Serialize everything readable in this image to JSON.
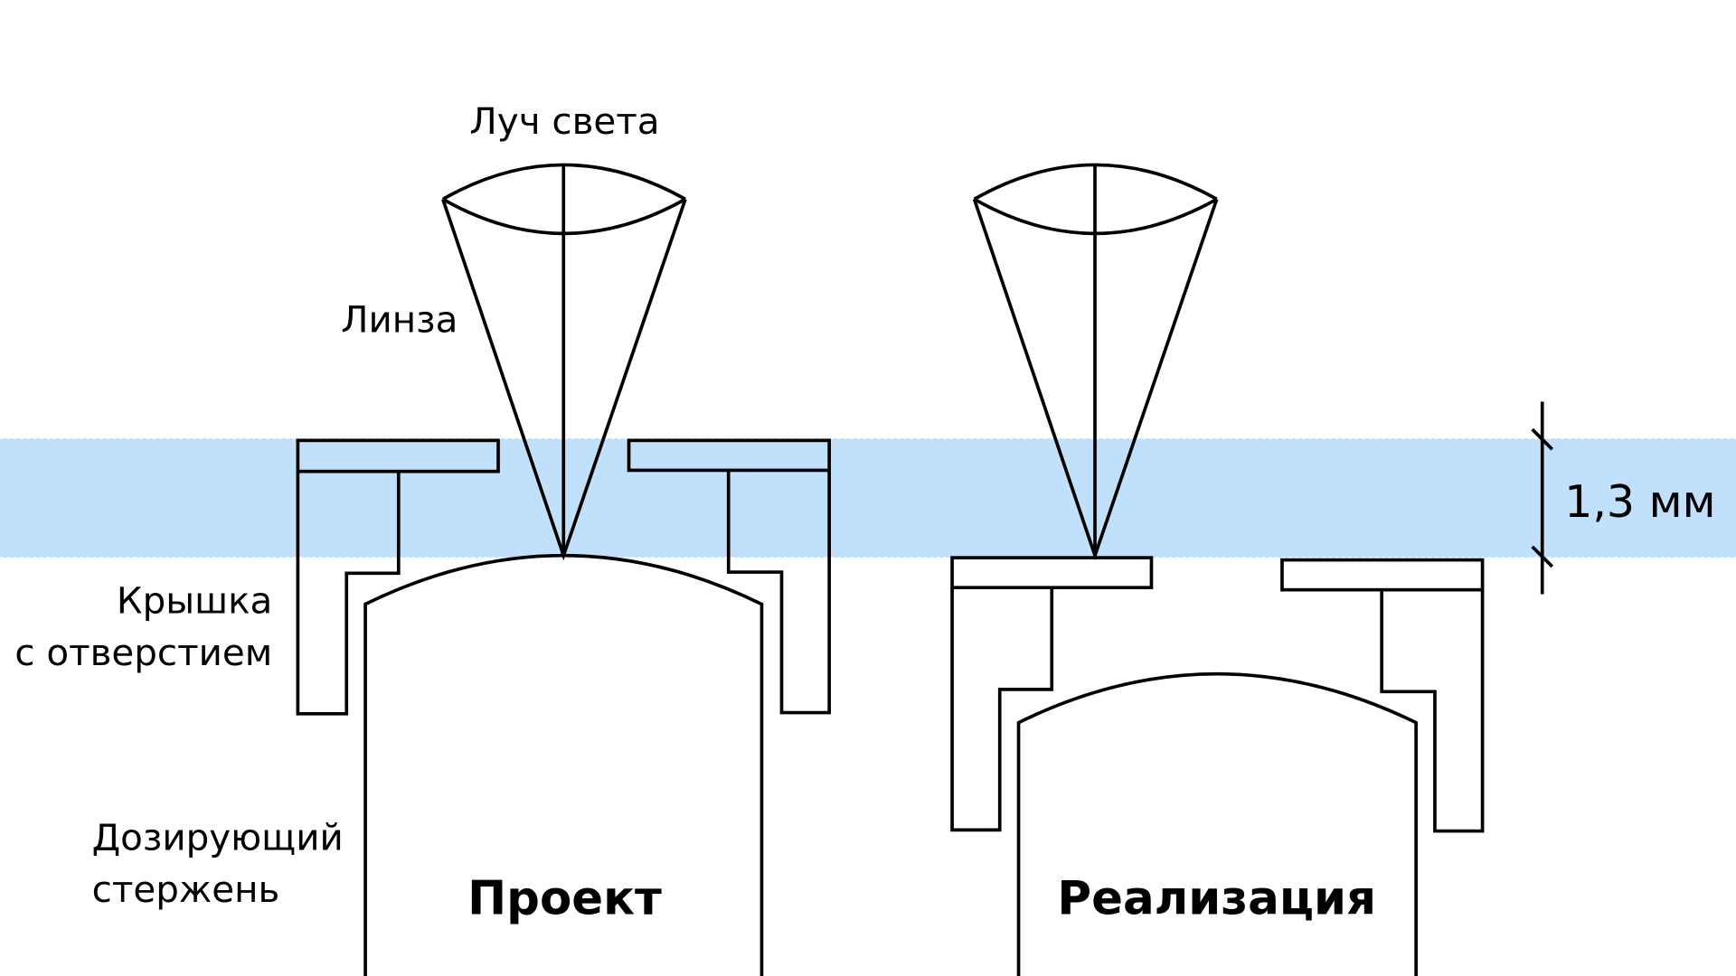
{
  "labels": {
    "light_beam": "Луч света",
    "lens": "Линза",
    "cap_line1": "Крышка",
    "cap_line2": "с отверстием",
    "rod_line1": "Дозирующий",
    "rod_line2": "стержень",
    "design": "Проект",
    "implementation": "Реализация",
    "dimension": "1,3 мм"
  },
  "colors": {
    "band": "#c0e0fc",
    "stroke": "#000000"
  }
}
